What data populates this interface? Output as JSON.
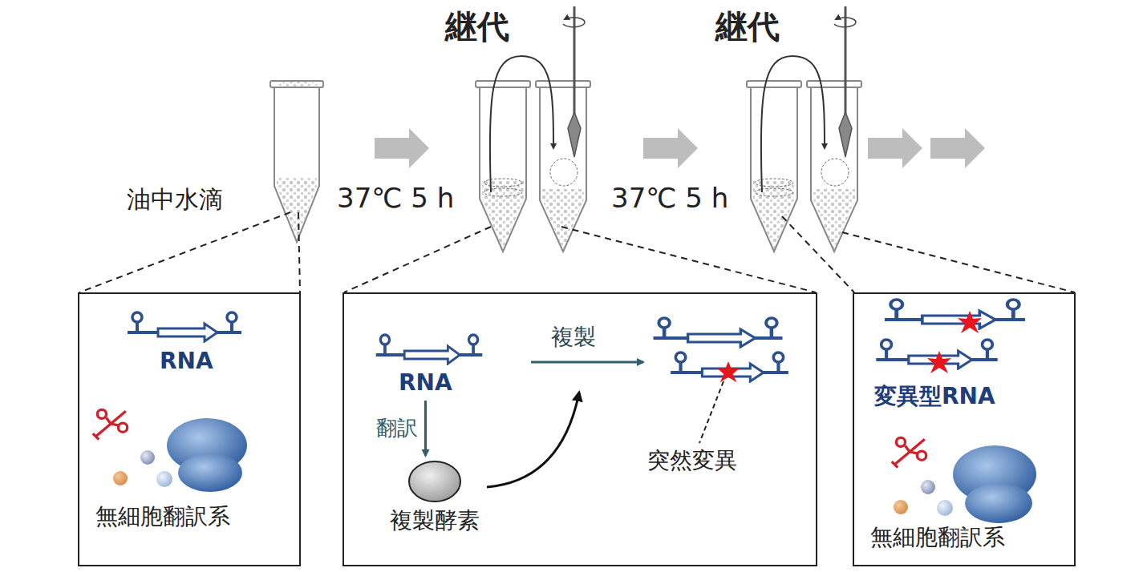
{
  "diagram": {
    "nodes": [
      {
        "text": [
          "RNA",
          "無細胞翻訳系"
        ]
      },
      {
        "text": [
          "複製",
          "突然変異"
        ]
      },
      {
        "text": [
          "RNA"
        ],
        "in": 1
      },
      {
        "text": [
          "複製酵素"
        ],
        "in": 1
      },
      {
        "text": [
          "変異型RNA",
          "無細胞翻訳系"
        ]
      }
    ],
    "edges": [
      {
        "from": 2,
        "to": 3,
        "label": "翻訳",
        "arrow": "to"
      }
    ],
    "labels": [
      "継代",
      "継代",
      "油中水滴",
      "37℃ 5 h",
      "37℃ 5 h"
    ]
  }
}
